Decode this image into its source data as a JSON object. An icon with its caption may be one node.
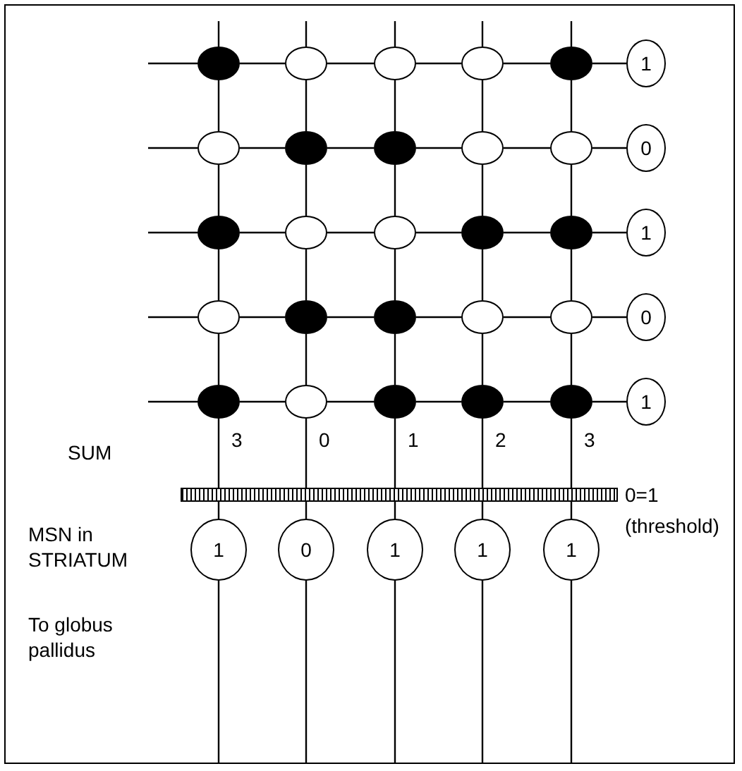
{
  "diagram": {
    "nodes": [
      {
        "text": [],
        "shape": "disc"
      },
      {
        "text": [],
        "shape": "circle"
      },
      {
        "text": [],
        "shape": "circle"
      },
      {
        "text": [],
        "shape": "circle"
      },
      {
        "text": [],
        "shape": "disc"
      },
      {
        "text": [
          "1"
        ]
      },
      {
        "text": [],
        "shape": "circle"
      },
      {
        "text": [],
        "shape": "disc"
      },
      {
        "text": [],
        "shape": "disc"
      },
      {
        "text": [],
        "shape": "circle"
      },
      {
        "text": [],
        "shape": "circle"
      },
      {
        "text": [
          "0"
        ]
      },
      {
        "text": [],
        "shape": "disc"
      },
      {
        "text": [],
        "shape": "circle"
      },
      {
        "text": [],
        "shape": "circle"
      },
      {
        "text": [],
        "shape": "disc"
      },
      {
        "text": [],
        "shape": "disc"
      },
      {
        "text": [
          "1"
        ]
      },
      {
        "text": [],
        "shape": "circle"
      },
      {
        "text": [],
        "shape": "disc"
      },
      {
        "text": [],
        "shape": "disc"
      },
      {
        "text": [],
        "shape": "circle"
      },
      {
        "text": [],
        "shape": "circle"
      },
      {
        "text": [
          "0"
        ]
      },
      {
        "text": [],
        "shape": "disc"
      },
      {
        "text": [],
        "shape": "circle"
      },
      {
        "text": [],
        "shape": "disc"
      },
      {
        "text": [],
        "shape": "disc"
      },
      {
        "text": [],
        "shape": "disc"
      },
      {
        "text": [
          "1"
        ]
      },
      {
        "text": [],
        "shape": "bar",
        "beside": [
          "0=1",
          "(threshold)"
        ]
      },
      {
        "text": [
          "1"
        ]
      },
      {
        "text": [
          "0"
        ]
      },
      {
        "text": [
          "1"
        ]
      },
      {
        "text": [
          "1"
        ]
      },
      {
        "text": [
          "1"
        ]
      }
    ],
    "edges": [
      {
        "from": null,
        "to": 0,
        "arrow": "none"
      },
      {
        "from": 0,
        "to": 1,
        "arrow": "none"
      },
      {
        "from": 1,
        "to": 2,
        "arrow": "none"
      },
      {
        "from": 2,
        "to": 3,
        "arrow": "none"
      },
      {
        "from": 3,
        "to": 4,
        "arrow": "none"
      },
      {
        "from": 4,
        "to": 5,
        "arrow": "none"
      },
      {
        "from": null,
        "to": 6,
        "arrow": "none"
      },
      {
        "from": 6,
        "to": 7,
        "arrow": "none"
      },
      {
        "from": 7,
        "to": 8,
        "arrow": "none"
      },
      {
        "from": 8,
        "to": 9,
        "arrow": "none"
      },
      {
        "from": 9,
        "to": 10,
        "arrow": "none"
      },
      {
        "from": 10,
        "to": 11,
        "arrow": "none"
      },
      {
        "from": null,
        "to": 12,
        "arrow": "none"
      },
      {
        "from": 12,
        "to": 13,
        "arrow": "none"
      },
      {
        "from": 13,
        "to": 14,
        "arrow": "none"
      },
      {
        "from": 14,
        "to": 15,
        "arrow": "none"
      },
      {
        "from": 15,
        "to": 16,
        "arrow": "none"
      },
      {
        "from": 16,
        "to": 17,
        "arrow": "none"
      },
      {
        "from": null,
        "to": 18,
        "arrow": "none"
      },
      {
        "from": 18,
        "to": 19,
        "arrow": "none"
      },
      {
        "from": 19,
        "to": 20,
        "arrow": "none"
      },
      {
        "from": 20,
        "to": 21,
        "arrow": "none"
      },
      {
        "from": 21,
        "to": 22,
        "arrow": "none"
      },
      {
        "from": 22,
        "to": 23,
        "arrow": "none"
      },
      {
        "from": null,
        "to": 24,
        "arrow": "none"
      },
      {
        "from": 24,
        "to": 25,
        "arrow": "none"
      },
      {
        "from": 25,
        "to": 26,
        "arrow": "none"
      },
      {
        "from": 26,
        "to": 27,
        "arrow": "none"
      },
      {
        "from": 27,
        "to": 28,
        "arrow": "none"
      },
      {
        "from": 28,
        "to": 29,
        "arrow": "none"
      },
      {
        "from": null,
        "to": 0,
        "arrow": "none"
      },
      {
        "from": 0,
        "to": 6,
        "arrow": "none"
      },
      {
        "from": 6,
        "to": 12,
        "arrow": "none"
      },
      {
        "from": 12,
        "to": 18,
        "arrow": "none"
      },
      {
        "from": 18,
        "to": 24,
        "arrow": "none"
      },
      {
        "from": 24,
        "to": 30,
        "arrow": "none"
      },
      {
        "from": 30,
        "to": 31,
        "arrow": "none"
      },
      {
        "from": 31,
        "to": null,
        "arrow": "none"
      },
      {
        "from": null,
        "to": 1,
        "arrow": "none"
      },
      {
        "from": 1,
        "to": 7,
        "arrow": "none"
      },
      {
        "from": 7,
        "to": 13,
        "arrow": "none"
      },
      {
        "from": 13,
        "to": 19,
        "arrow": "none"
      },
      {
        "from": 19,
        "to": 25,
        "arrow": "none"
      },
      {
        "from": 25,
        "to": 30,
        "arrow": "none"
      },
      {
        "from": 30,
        "to": 32,
        "arrow": "none"
      },
      {
        "from": 32,
        "to": null,
        "arrow": "none"
      },
      {
        "from": null,
        "to": 2,
        "arrow": "none"
      },
      {
        "from": 2,
        "to": 8,
        "arrow": "none"
      },
      {
        "from": 8,
        "to": 14,
        "arrow": "none"
      },
      {
        "from": 14,
        "to": 20,
        "arrow": "none"
      },
      {
        "from": 20,
        "to": 26,
        "arrow": "none"
      },
      {
        "from": 26,
        "to": 30,
        "arrow": "none"
      },
      {
        "from": 30,
        "to": 33,
        "arrow": "none"
      },
      {
        "from": 33,
        "to": null,
        "arrow": "none"
      },
      {
        "from": null,
        "to": 3,
        "arrow": "none"
      },
      {
        "from": 3,
        "to": 9,
        "arrow": "none"
      },
      {
        "from": 9,
        "to": 15,
        "arrow": "none"
      },
      {
        "from": 15,
        "to": 21,
        "arrow": "none"
      },
      {
        "from": 21,
        "to": 27,
        "arrow": "none"
      },
      {
        "from": 27,
        "to": 30,
        "arrow": "none"
      },
      {
        "from": 30,
        "to": 34,
        "arrow": "none"
      },
      {
        "from": 34,
        "to": null,
        "arrow": "none"
      },
      {
        "from": null,
        "to": 4,
        "arrow": "none"
      },
      {
        "from": 4,
        "to": 10,
        "arrow": "none"
      },
      {
        "from": 10,
        "to": 16,
        "arrow": "none"
      },
      {
        "from": 16,
        "to": 22,
        "arrow": "none"
      },
      {
        "from": 22,
        "to": 28,
        "arrow": "none"
      },
      {
        "from": 28,
        "to": 30,
        "arrow": "none"
      },
      {
        "from": 30,
        "to": 35,
        "arrow": "none"
      },
      {
        "from": 35,
        "to": null,
        "arrow": "none"
      }
    ],
    "labels": [
      "SUM",
      "3",
      "0",
      "1",
      "2",
      "3",
      "MSN in STRIATUM",
      "To globus pallidus"
    ]
  }
}
